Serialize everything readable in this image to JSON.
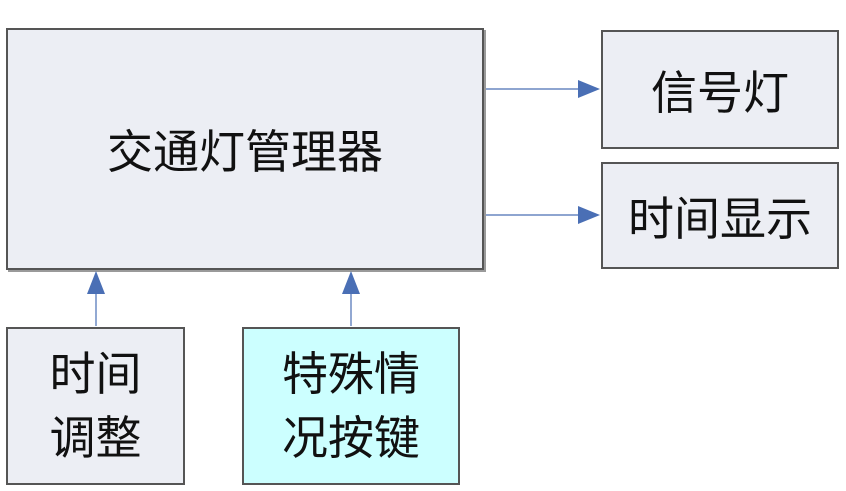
{
  "diagram": {
    "nodes": {
      "manager": {
        "label": "交通灯管理器",
        "fill": "#eceef4"
      },
      "signal_light": {
        "label": "信号灯",
        "fill": "#eceef4"
      },
      "time_display": {
        "label": "时间显示",
        "fill": "#eceef4"
      },
      "time_adjust": {
        "label": "时间\n调整",
        "fill": "#eceef4"
      },
      "special_key": {
        "label": "特殊情\n况按键",
        "fill": "#ccffff"
      }
    },
    "edges": [
      {
        "from": "manager",
        "to": "signal_light"
      },
      {
        "from": "manager",
        "to": "time_display"
      },
      {
        "from": "time_adjust",
        "to": "manager"
      },
      {
        "from": "special_key",
        "to": "manager"
      }
    ],
    "colors": {
      "arrow": "#4a6fb5",
      "border": "#555555",
      "shadow": "#9a9a9a"
    }
  }
}
